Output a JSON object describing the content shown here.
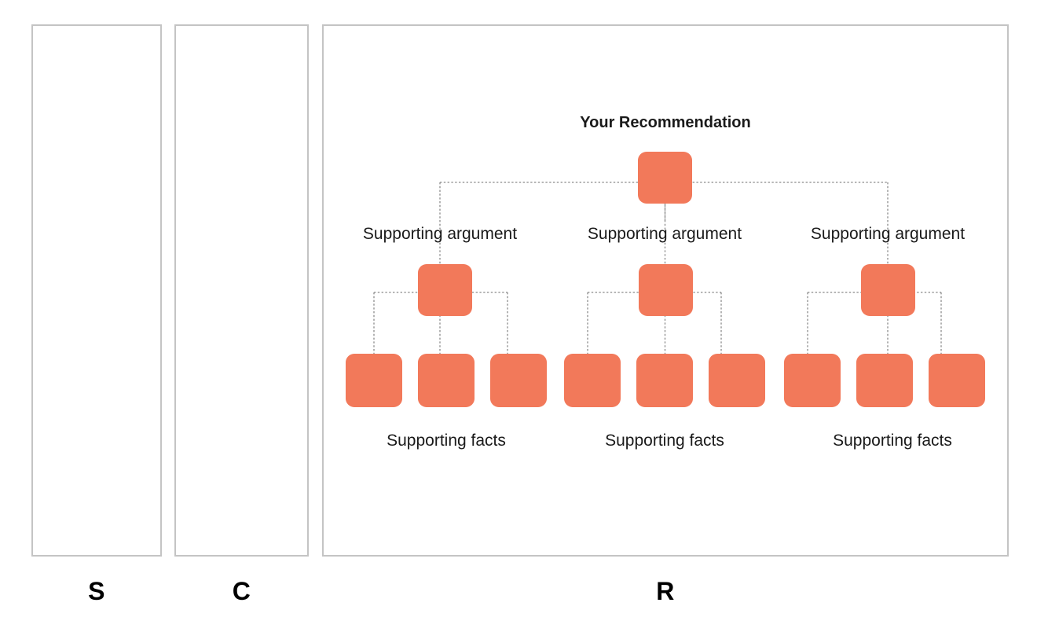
{
  "page": {
    "background": "#ffffff",
    "accent_color": "#F2795A",
    "border_color": "#c4c4c4",
    "connector_color": "#8a8a8a"
  },
  "panels": [
    {
      "id": "s",
      "letter": "S"
    },
    {
      "id": "c",
      "letter": "C"
    },
    {
      "id": "r",
      "letter": "R"
    }
  ],
  "diagram": {
    "root": {
      "label": "Your Recommendation"
    },
    "branches": [
      {
        "label": "Supporting argument",
        "leaf_label": "Supporting facts",
        "leaf_count": 3
      },
      {
        "label": "Supporting argument",
        "leaf_label": "Supporting facts",
        "leaf_count": 3
      },
      {
        "label": "Supporting argument",
        "leaf_label": "Supporting facts",
        "leaf_count": 3
      }
    ]
  }
}
